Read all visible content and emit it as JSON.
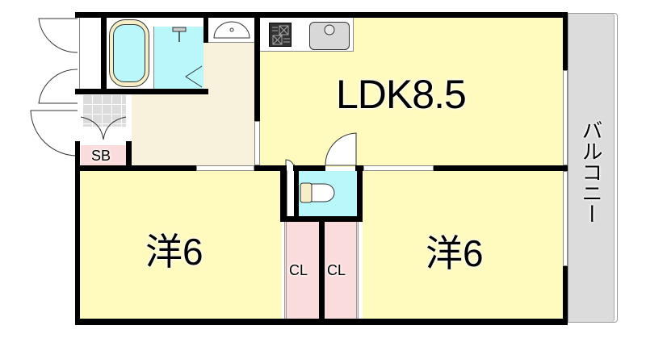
{
  "floorplan": {
    "rooms": {
      "ldk": {
        "label": "LDK8.5",
        "type": "living-dining-kitchen",
        "size_jo": "8.5"
      },
      "bedroom_left": {
        "label": "洋6",
        "type": "western-room",
        "size_jo": "6"
      },
      "bedroom_right": {
        "label": "洋6",
        "type": "western-room",
        "size_jo": "6"
      },
      "closet_left": {
        "label": "CL"
      },
      "closet_right": {
        "label": "CL"
      },
      "shoe_box": {
        "label": "SB"
      },
      "balcony": {
        "label": "バルコニー"
      }
    },
    "fixtures": [
      "bathtub",
      "shower",
      "washbasin",
      "stove",
      "sink",
      "toilet"
    ],
    "colors": {
      "room_yellow": "#fffbbf",
      "room_beige": "#f8f1dc",
      "wet_area_cyan": "#b9f7fb",
      "closet_pink": "#fbdcdc",
      "balcony_gray": "#dcdcdc",
      "wall": "#000000"
    }
  }
}
